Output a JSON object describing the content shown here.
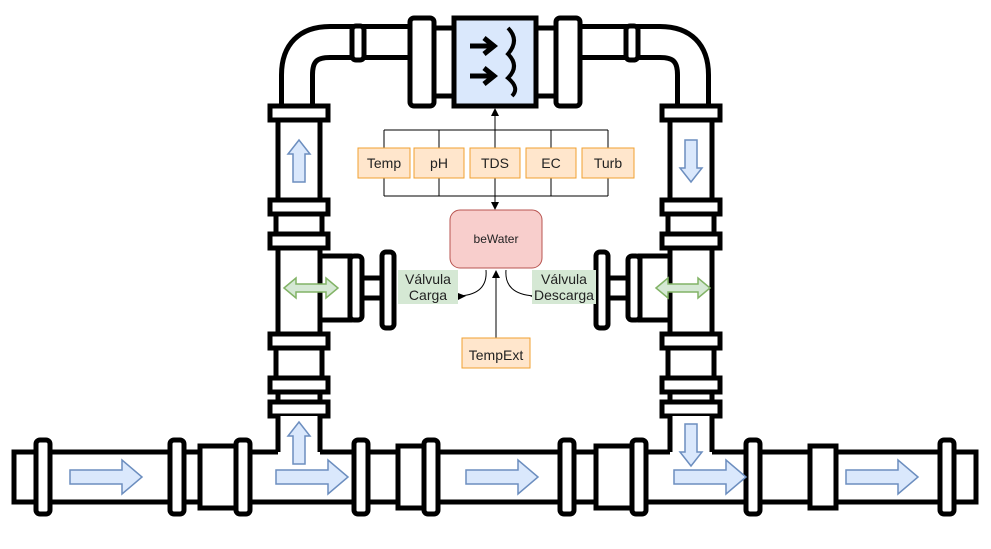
{
  "colors": {
    "pipe_stroke": "#000000",
    "pipe_fill": "#ffffff",
    "sensor_fill": "#ffe6cc",
    "sensor_stroke": "#f0a030",
    "core_fill": "#f8cecc",
    "core_stroke": "#b85450",
    "valve_label_fill": "#d5e8d4",
    "flow_arrow_fill": "#dae8fc",
    "flow_arrow_stroke": "#6c8ebf",
    "valve_arrow_fill": "#d5e8d4",
    "valve_arrow_stroke": "#82b366",
    "filter_fill": "#dae8fc"
  },
  "sensors": [
    {
      "label": "Temp"
    },
    {
      "label": "pH"
    },
    {
      "label": "TDS"
    },
    {
      "label": "EC"
    },
    {
      "label": "Turb"
    }
  ],
  "core": {
    "label": "beWater"
  },
  "external_sensor": {
    "label": "TempExt"
  },
  "valves": {
    "load": {
      "line1": "Válvula",
      "line2": "Carga"
    },
    "discharge": {
      "line1": "Válvula",
      "line2": "Descarga"
    }
  },
  "icons": {
    "filter": "filter-icon",
    "flow_arrow": "flow-arrow-icon",
    "valve": "valve-icon",
    "bidirectional_arrow": "bidirectional-arrow-icon"
  }
}
